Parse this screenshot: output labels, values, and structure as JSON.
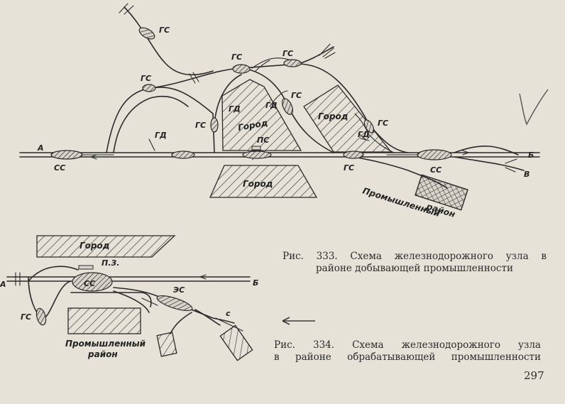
{
  "figure1": {
    "labels": {
      "a": "А",
      "b": "Б",
      "v": "В",
      "ss_left": "СС",
      "ss_right": "СС",
      "gs_top": "ГС",
      "gs_upper_left": "ГС",
      "gs_center_top": "ГС",
      "gs_top_right": "ГС",
      "gs_mid_left": "ГС",
      "gs_mid_right": "ГС",
      "gs_right": "ГС",
      "gs_bottom": "ГС",
      "gd_left": "ГД",
      "gd_center": "ГД",
      "gd_mid": "ГД",
      "gd_right": "ГД",
      "ps": "ПС",
      "city_center": "Город",
      "city_right": "Город",
      "city_bottom": "Город",
      "industrial_1": "Промышленный",
      "industrial_2": "район"
    }
  },
  "figure2": {
    "labels": {
      "city": "Город",
      "pz": "П.З.",
      "a": "А",
      "b": "Б",
      "ss": "СС",
      "es": "ЭС",
      "gs": "ГС",
      "c": "с",
      "industrial_1": "Промышленный",
      "industrial_2": "район"
    }
  },
  "captions": {
    "fig333_line1": "Рис. 333. Схема железнодорожного узла в",
    "fig333_line2": "районе добывающей промышленности",
    "fig334_line1": "Рис. 334. Схема железнодорожного узла",
    "fig334_line2": "в районе обрабатывающей промышленности"
  },
  "page_number": "297"
}
